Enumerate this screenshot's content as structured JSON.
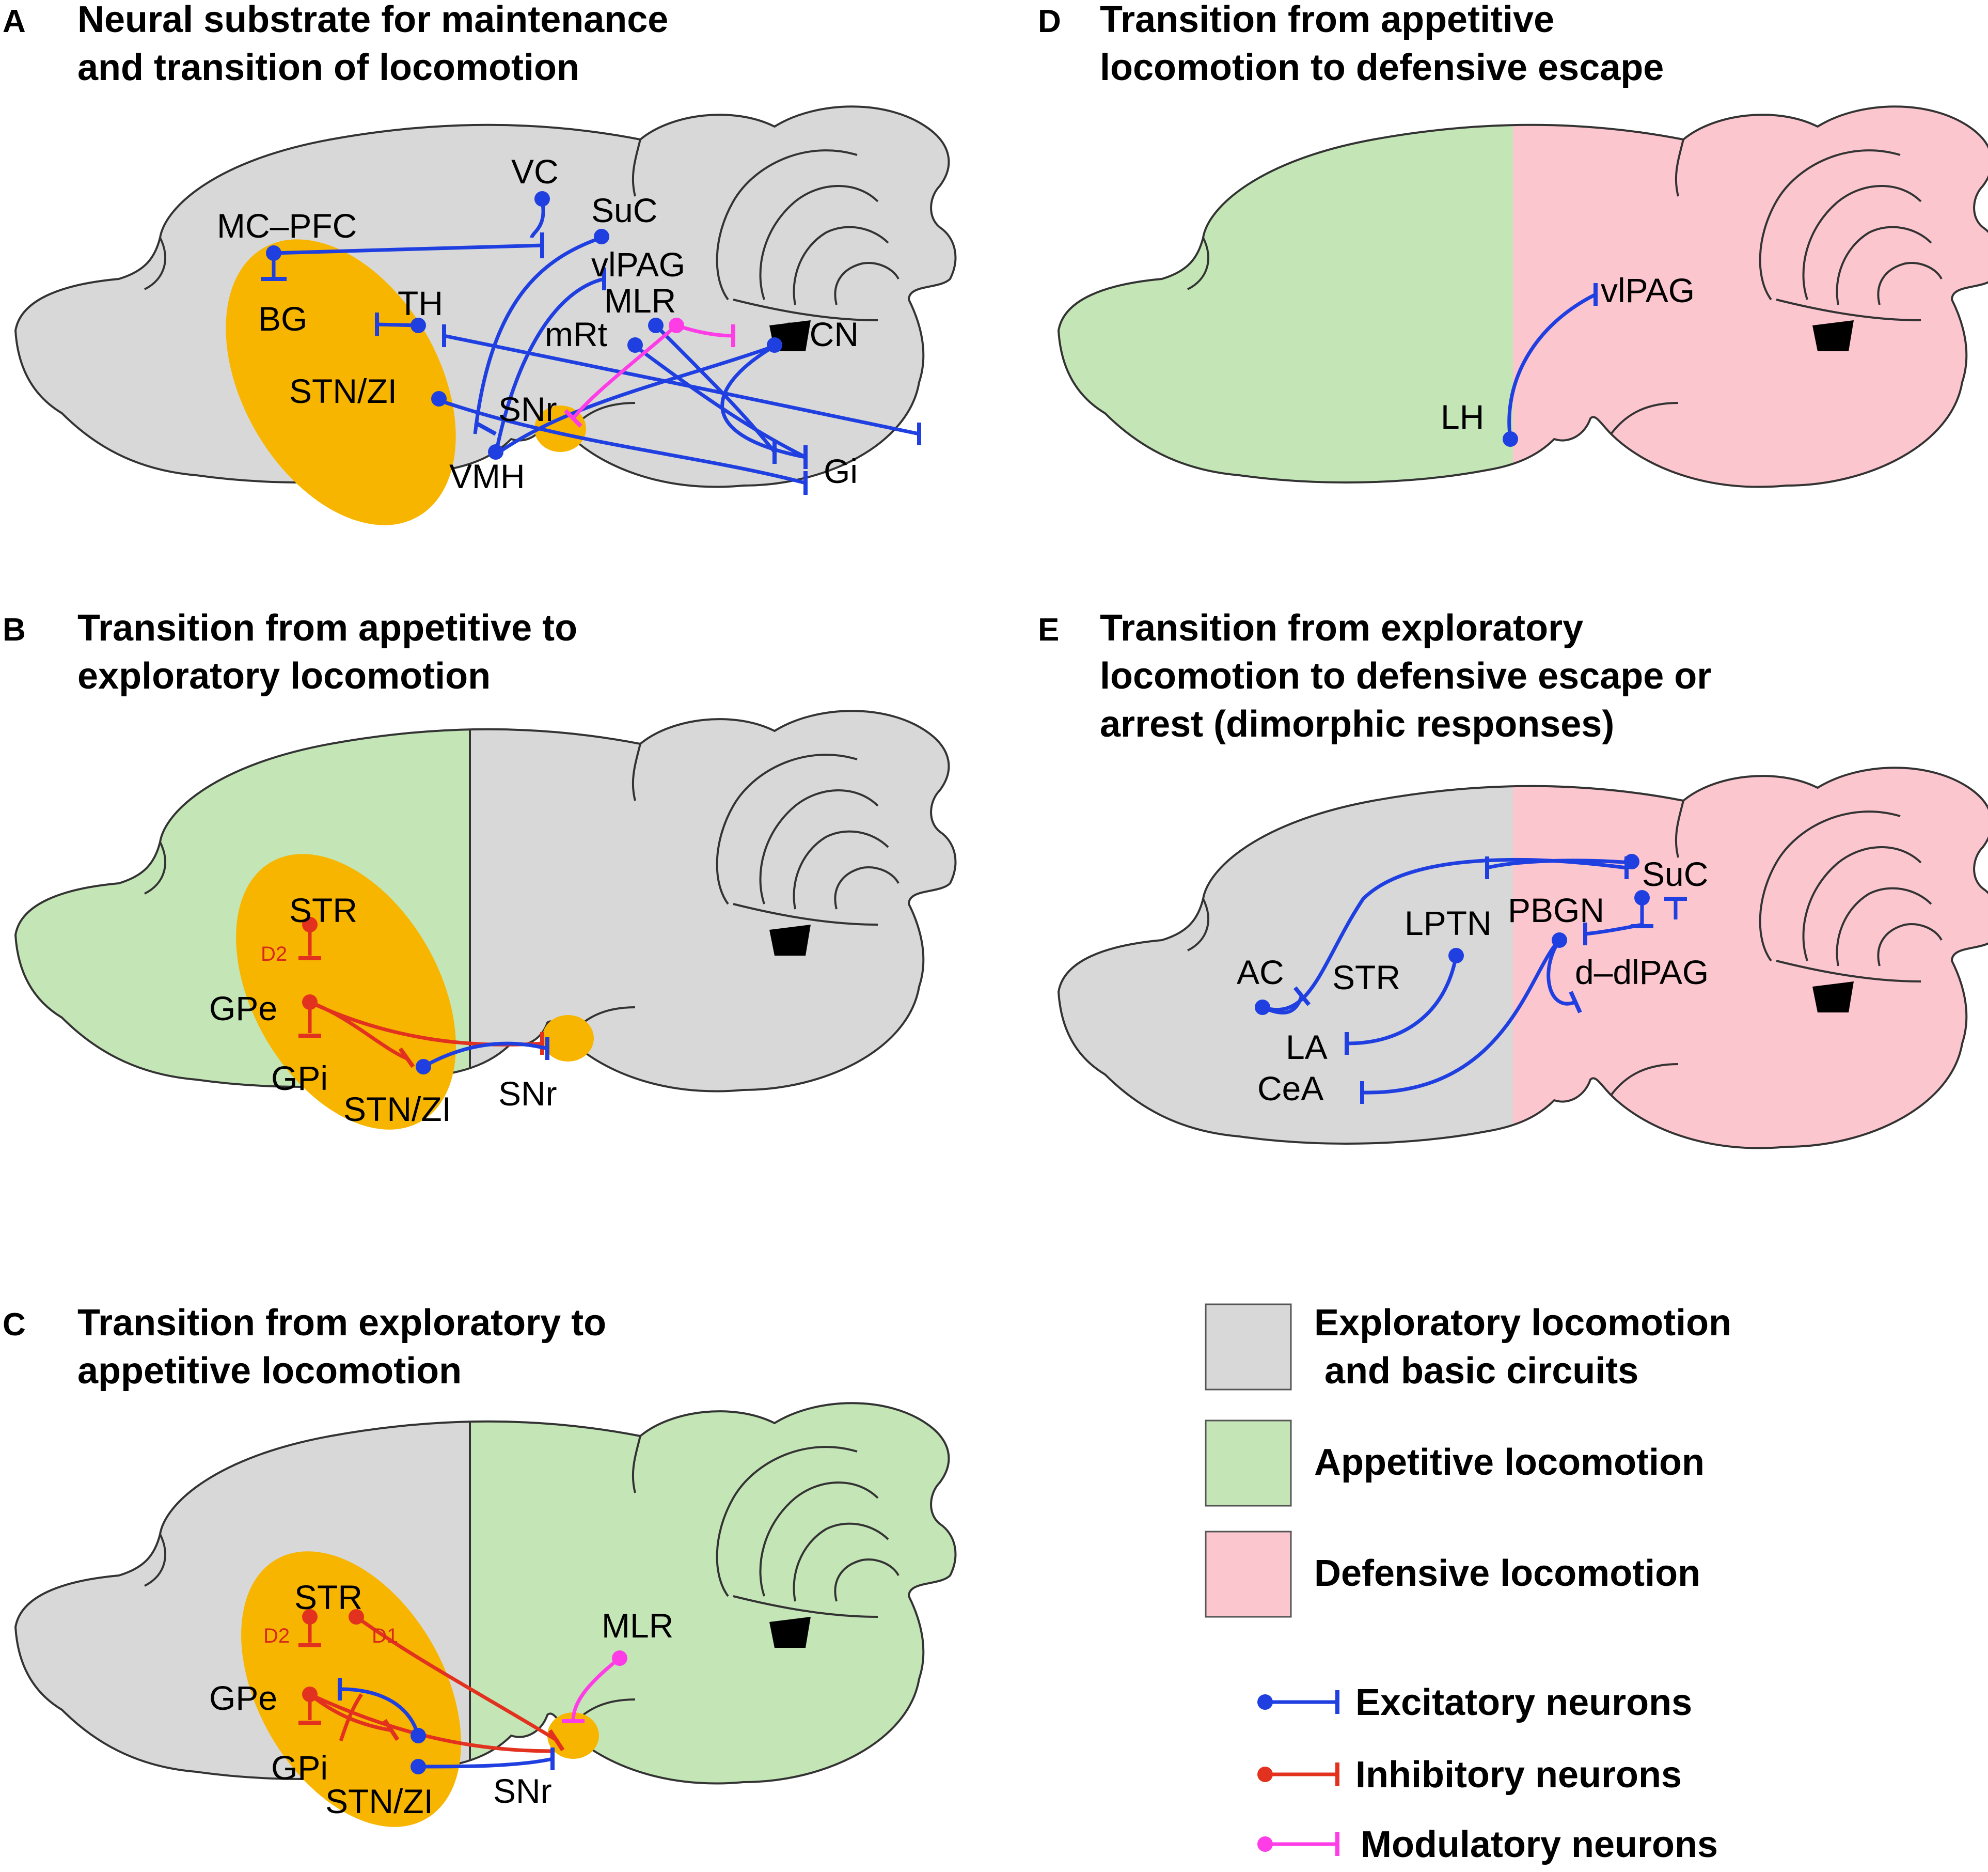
{
  "panels": {
    "A": {
      "letter": "A",
      "title": [
        "Neural substrate for maintenance",
        "and transition of locomotion"
      ],
      "regions": [
        "VC",
        "MC–PFC",
        "SuC",
        "vlPAG",
        "BG",
        "TH",
        "MLR",
        "mRt",
        "DCN",
        "STN/ZI",
        "SNr",
        "VMH",
        "Gi"
      ]
    },
    "B": {
      "letter": "B",
      "title": [
        "Transition from appetitive to",
        "exploratory locomotion"
      ],
      "regions": [
        "STR",
        "D2",
        "GPe",
        "GPi",
        "STN/ZI",
        "SNr"
      ]
    },
    "C": {
      "letter": "C",
      "title": [
        "Transition from exploratory to",
        "appetitive locomotion"
      ],
      "regions": [
        "STR",
        "D2",
        "D1",
        "GPe",
        "GPi",
        "STN/ZI",
        "SNr",
        "MLR"
      ]
    },
    "D": {
      "letter": "D",
      "title": [
        "Transition from appetitive",
        "locomotion to defensive escape"
      ],
      "regions": [
        "vlPAG",
        "LH"
      ]
    },
    "E": {
      "letter": "E",
      "title": [
        "Transition from exploratory",
        "locomotion to defensive escape or",
        "arrest (dimorphic responses)"
      ],
      "regions": [
        "SuC",
        "LPTN",
        "PBGN",
        "AC",
        "STR",
        "d–dlPAG",
        "LA",
        "CeA"
      ]
    }
  },
  "legend": {
    "areas": [
      {
        "label": [
          "Exploratory locomotion",
          " and basic circuits"
        ],
        "color": "#d8d8d8"
      },
      {
        "label": [
          "Appetitive locomotion"
        ],
        "color": "#c4e5b6"
      },
      {
        "label": [
          "Defensive locomotion"
        ],
        "color": "#fcc6cf"
      }
    ],
    "neurons": [
      {
        "label": "Excitatory neurons",
        "color": "#1f3fe0"
      },
      {
        "label": "Inhibitory neurons",
        "color": "#e2321f"
      },
      {
        "label": "Modulatory neurons",
        "color": "#ff3de6"
      }
    ]
  },
  "colors": {
    "grey": "#d8d8d8",
    "green": "#c4e5b6",
    "pink": "#fcc6cf",
    "orange": "#f7b500"
  }
}
